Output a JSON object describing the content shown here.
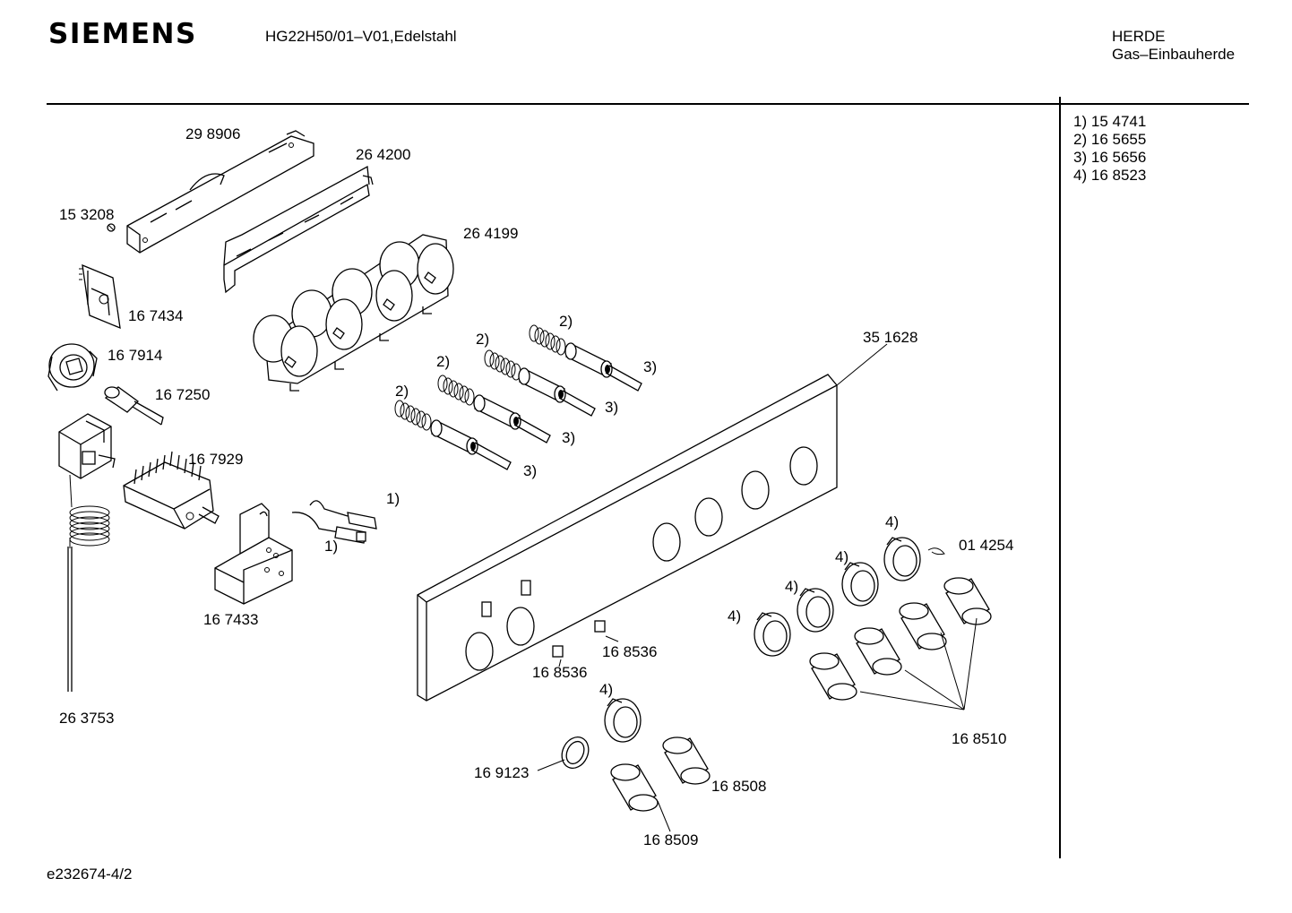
{
  "header": {
    "brand": "SIEMENS",
    "model": "HG22H50/01–V01,Edelstahl",
    "category_line1": "HERDE",
    "category_line2": "Gas–Einbauherde"
  },
  "notes": [
    {
      "index": "1)",
      "part": "15 4741"
    },
    {
      "index": "2)",
      "part": "16 5655"
    },
    {
      "index": "3)",
      "part": "16 5656"
    },
    {
      "index": "4)",
      "part": "16 8523"
    }
  ],
  "footer": {
    "doc_id": "e232674-4/2"
  },
  "parts": [
    "29 8906",
    "26 4200",
    "15 3208",
    "26 4199",
    "16 7434",
    "16 7914",
    "16 7250",
    "16 7929",
    "16 7433",
    "26 3753",
    "35 1628",
    "01 4254",
    "16 8536",
    "16 8536",
    "16 8510",
    "16 9123",
    "16 8508",
    "16 8509"
  ],
  "callouts": [
    "2)",
    "2)",
    "2)",
    "2)",
    "3)",
    "3)",
    "3)",
    "3)",
    "1)",
    "1)",
    "4)",
    "4)",
    "4)",
    "4)",
    "4)"
  ]
}
